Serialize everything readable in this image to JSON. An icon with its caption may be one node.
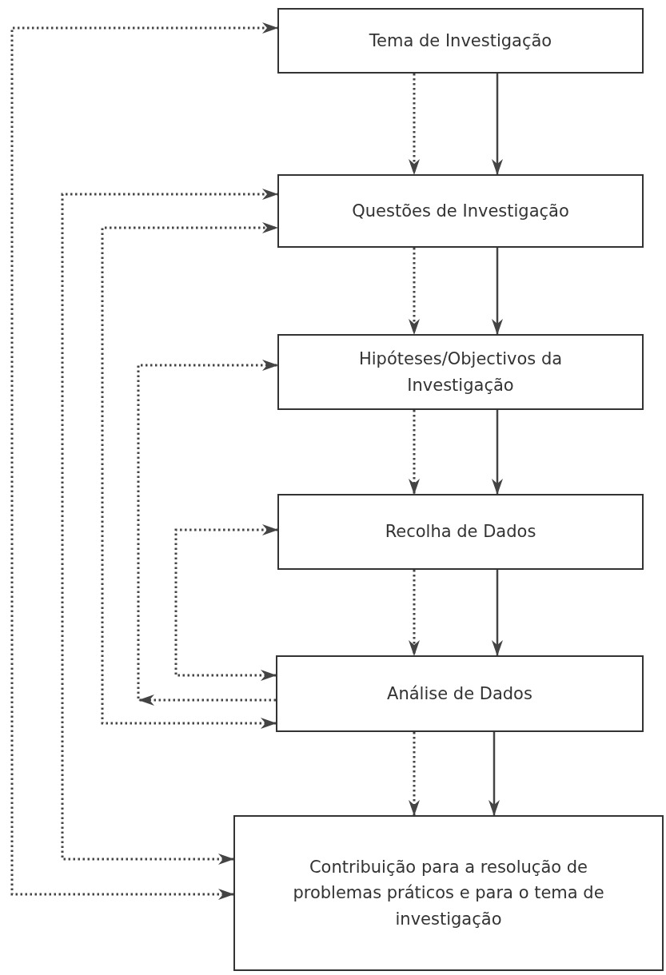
{
  "diagram": {
    "nodes": [
      {
        "text": [
          "Tema de Investigação"
        ]
      },
      {
        "text": [
          "Questões de Investigação"
        ]
      },
      {
        "text": [
          "Hipóteses/Objectivos da Investigação"
        ]
      },
      {
        "text": [
          "Recolha de Dados"
        ]
      },
      {
        "text": [
          "Análise de Dados"
        ]
      },
      {
        "text": [
          "Contribuição para a resolução de problemas práticos e para o tema de investigação"
        ]
      }
    ],
    "edges": [
      {
        "from": 0,
        "to": 1,
        "arrow": "to",
        "style": "dashed"
      },
      {
        "from": 0,
        "to": 1,
        "arrow": "to"
      },
      {
        "from": 1,
        "to": 2,
        "arrow": "to",
        "style": "dashed"
      },
      {
        "from": 1,
        "to": 2,
        "arrow": "to"
      },
      {
        "from": 2,
        "to": 3,
        "arrow": "to",
        "style": "dashed"
      },
      {
        "from": 2,
        "to": 3,
        "arrow": "to"
      },
      {
        "from": 3,
        "to": 4,
        "arrow": "to",
        "style": "dashed"
      },
      {
        "from": 3,
        "to": 4,
        "arrow": "to"
      },
      {
        "from": 4,
        "to": 5,
        "arrow": "to",
        "style": "dashed"
      },
      {
        "from": 4,
        "to": 5,
        "arrow": "to"
      },
      {
        "from": 5,
        "to": 0,
        "arrow": "both",
        "style": "dashed"
      },
      {
        "from": 5,
        "to": 1,
        "arrow": "both",
        "style": "dashed"
      },
      {
        "from": 4,
        "to": 1,
        "arrow": "both",
        "style": "dashed"
      },
      {
        "from": 4,
        "to": 2,
        "arrow": "to",
        "style": "dashed"
      },
      {
        "from": 4,
        "to": 3,
        "arrow": "both",
        "style": "dashed"
      }
    ]
  }
}
